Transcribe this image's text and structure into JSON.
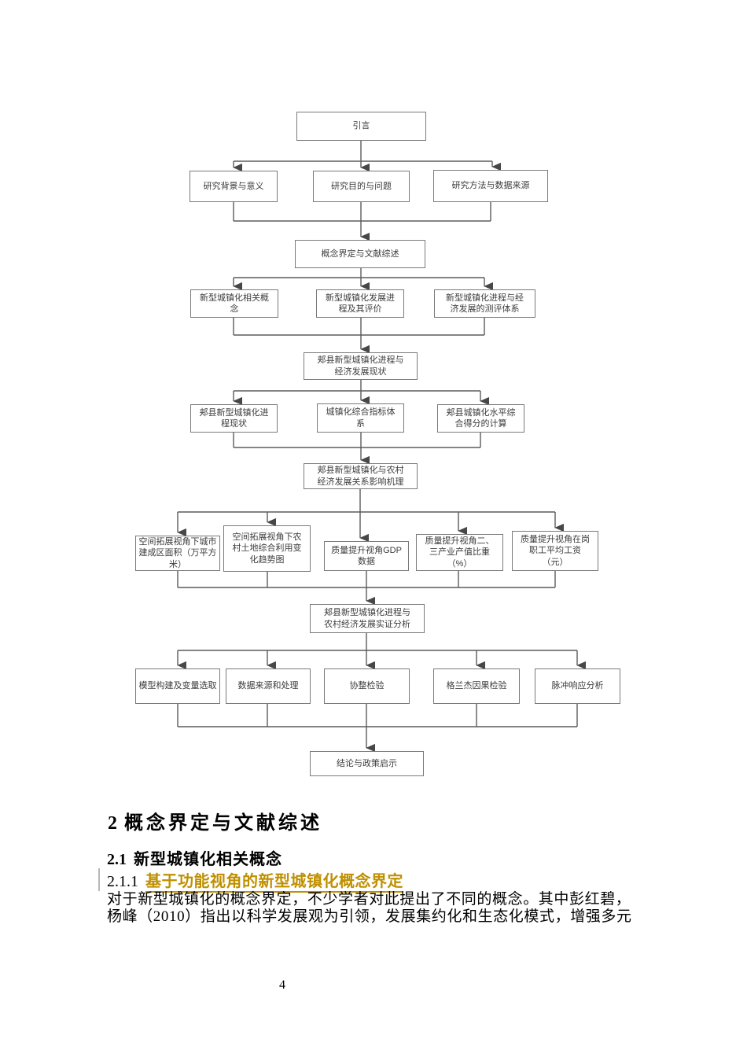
{
  "flowchart": {
    "boxes": {
      "intro": "引言",
      "background": "研究背景与意义",
      "purpose": "研究目的与问题",
      "methods": "研究方法与数据来源",
      "literature": "概念界定与文献综述",
      "concepts": "新型城镇化相关概\n念",
      "development": "新型城镇化发展进\n程及其评价",
      "evaluation": "新型城镇化进程与经\n济发展的测评体系",
      "status": "郏县新型城镇化进程与\n经济发展现状",
      "process_status": "郏县新型城镇化进\n程现状",
      "indicator_system": "城镇化综合指标体\n系",
      "score_calc": "郏县城镇化水平综\n合得分的计算",
      "mechanism": "郏县新型城镇化与农村\n经济发展关系影响机理",
      "built_area": "空间拓展视角下城市\n建成区面积（万平方\n米）",
      "land_use": "空间拓展视角下农\n村土地综合利用变\n化趋势图",
      "gdp": "质量提升视角GDP\n数据",
      "industry_share": "质量提升视角二、\n三产业产值比重\n（%）",
      "wage": "质量提升视角在岗\n职工平均工资\n（元）",
      "empirical": "郏县新型城镇化进程与\n农村经济发展实证分析",
      "model": "模型构建及变量选取",
      "data_processing": "数据来源和处理",
      "cointegration": "协整检验",
      "granger": "格兰杰因果检验",
      "impulse": "脉冲响应分析",
      "conclusion": "结论与政策启示"
    }
  },
  "headings": {
    "h1_number": "2",
    "h1_text": "概念界定与文献综述",
    "h2_number": "2.1",
    "h2_text": "新型城镇化相关概念",
    "h3_number": "2.1.1",
    "h3_text": "基于功能视角的新型城镇化概念界定"
  },
  "body": {
    "lines": [
      "对于新型城镇化的概念界定，不少学者对此提出了不同的概念。其中彭红碧，",
      "杨峰（2010）指出以科学发展观为引领，发展集约化和生态化模式，增强多元"
    ]
  },
  "page": {
    "number": "4"
  },
  "colors": {
    "heading_accent": "#BF9000",
    "box_border": "#7a7a7a",
    "connector": "#5b5b5b"
  }
}
